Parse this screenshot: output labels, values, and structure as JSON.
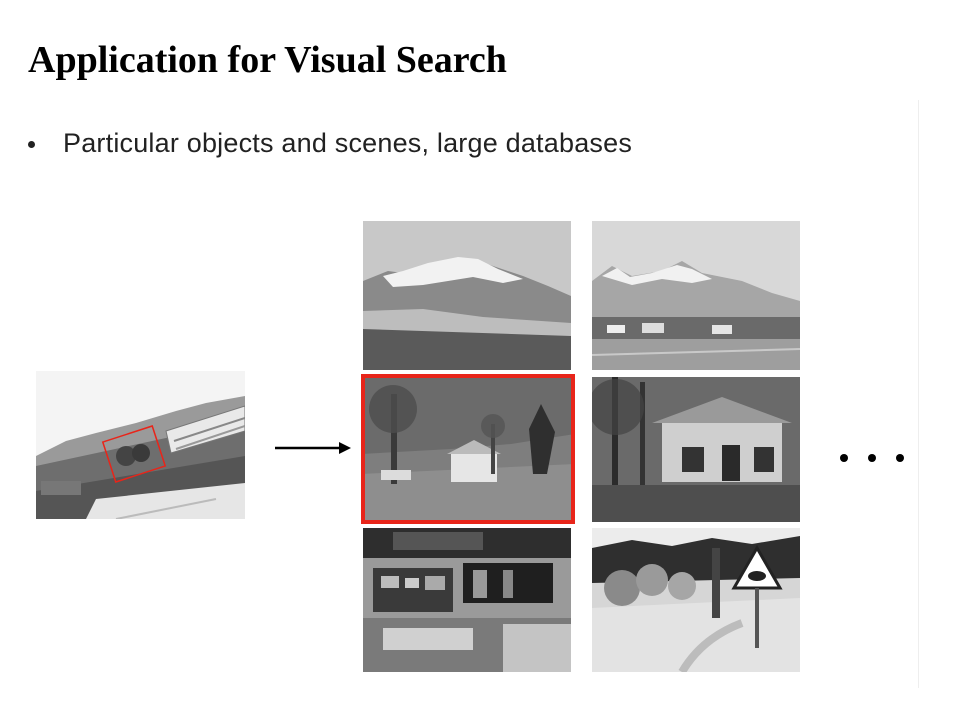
{
  "slide": {
    "title": "Application for Visual Search",
    "bullets": [
      {
        "text": "Particular objects and scenes, large databases"
      }
    ]
  },
  "figure": {
    "query_image": {
      "icon": "street-scene-photo",
      "highlight_color": "#e8251a"
    },
    "arrow_icon": "right-arrow-icon",
    "results": [
      {
        "icon": "snowy-mountain-photo"
      },
      {
        "icon": "mountain-village-photo"
      },
      {
        "icon": "matched-scene-photo",
        "highlighted": true
      },
      {
        "icon": "overgrown-building-photo"
      },
      {
        "icon": "robot-lab-photo"
      },
      {
        "icon": "cow-sign-park-photo"
      }
    ],
    "more_results_icon": "ellipsis-icon",
    "match_color": "#e8251a"
  }
}
